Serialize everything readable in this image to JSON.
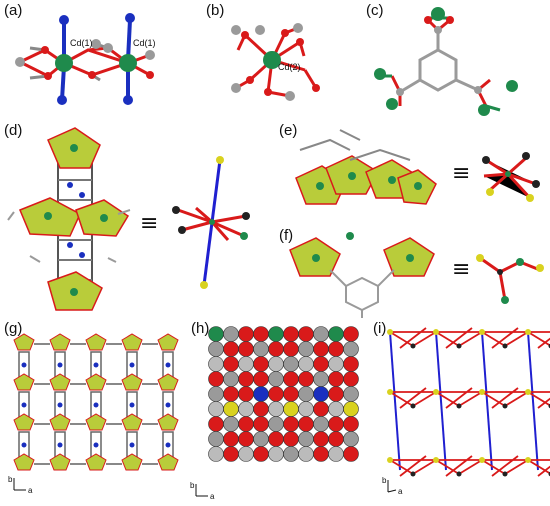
{
  "panels": {
    "a": {
      "label": "(a)",
      "atom1": "Cd(1)",
      "atom2": "Cd(1)"
    },
    "b": {
      "label": "(b)",
      "atom": "Cd(2)"
    },
    "c": {
      "label": "(c)"
    },
    "d": {
      "label": "(d)",
      "equiv": "≡"
    },
    "e": {
      "label": "(e)",
      "equiv": "≡"
    },
    "f": {
      "label": "(f)",
      "equiv": "≡"
    },
    "g": {
      "label": "(g)",
      "axis_b": "b",
      "axis_a": "a"
    },
    "h": {
      "label": "(h)",
      "axis_b": "b",
      "axis_a": "a"
    },
    "i": {
      "label": "(i)",
      "axis_b": "b",
      "axis_a": "a"
    }
  },
  "colors": {
    "cd": "#1f8a4c",
    "oxygen": "#d91a1a",
    "carbon": "#9a9a9a",
    "nitrogen": "#1a2fbf",
    "polyhedron": "#b9cc3a",
    "node": "#d9d21f",
    "link": "#2020d0",
    "dark": "#222222"
  }
}
